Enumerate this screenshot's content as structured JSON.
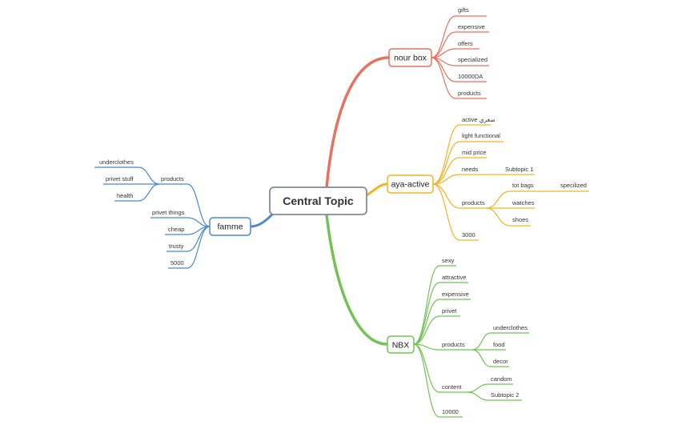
{
  "central": {
    "label": "Central Topic"
  },
  "colors": {
    "red": "#e8705d",
    "yellow": "#f4b324",
    "green": "#72c256",
    "blue": "#4a88cf"
  },
  "branches": {
    "nour_box": {
      "label": "nour box",
      "items": [
        "gifts",
        "expensive",
        "offers",
        "specialized",
        "10000DA",
        "products"
      ]
    },
    "aya_active": {
      "label": "aya-active",
      "items": {
        "active": "active ضغري",
        "light_functional": "light functional",
        "mid_price": "mid price",
        "needs": "needs",
        "needs_sub": "Subtopic 1",
        "products": "products",
        "tot_bags": "tot bags",
        "tot_bags_sub": "specilized",
        "watches": "watches",
        "shoes": "shoes",
        "price": "3000"
      }
    },
    "nbx": {
      "label": "NBX",
      "items": {
        "sexy": "sexy",
        "attractive": "attractive",
        "expensive": "expensive",
        "privet": "privet",
        "products": "products",
        "underclothes": "underclothes",
        "food": "food",
        "decor": "decor",
        "content": "content",
        "candom": "candom",
        "subtopic2": "Subtopic 2",
        "price": "10000"
      }
    },
    "famme": {
      "label": "famme",
      "items": {
        "products": "products",
        "underclothes": "underclothes",
        "privet_stuff": "privet stuff",
        "health": "health",
        "privet_things": "privet things",
        "cheap": "cheap",
        "trusty": "trusty",
        "price": "5000"
      }
    }
  }
}
